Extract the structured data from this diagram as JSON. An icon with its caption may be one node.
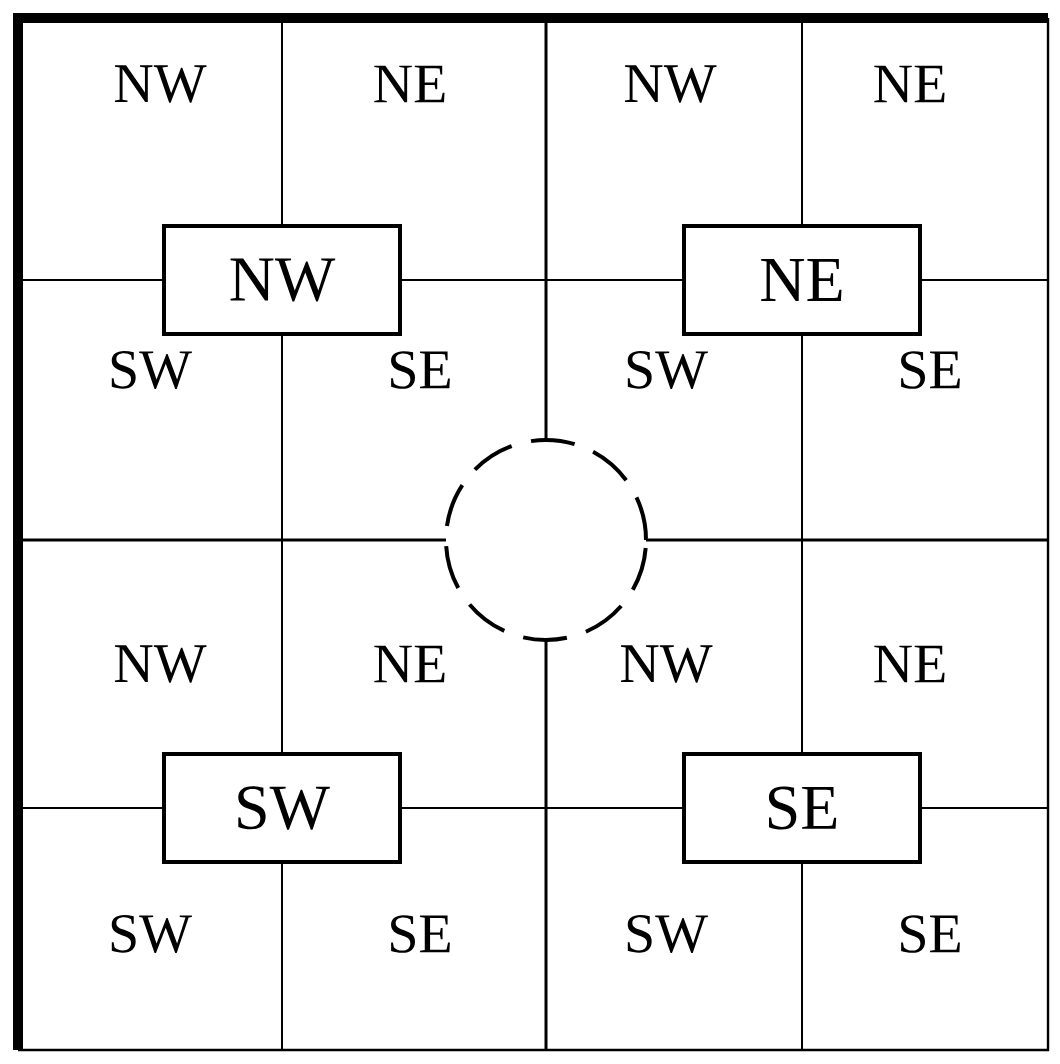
{
  "diagram": {
    "nodes": [
      {
        "text": [
          "NW"
        ]
      },
      {
        "text": [
          "NE"
        ]
      },
      {
        "text": [],
        "shape": "circle"
      },
      {
        "text": [
          "SW"
        ]
      },
      {
        "text": [
          "SE"
        ]
      }
    ],
    "edges": [],
    "labels": [
      "NW",
      "NE",
      "NW",
      "NE",
      "SW",
      "SE",
      "SW",
      "SE",
      "NW",
      "NE",
      "NW",
      "NE",
      "SW",
      "SE",
      "SW",
      "SE"
    ]
  }
}
